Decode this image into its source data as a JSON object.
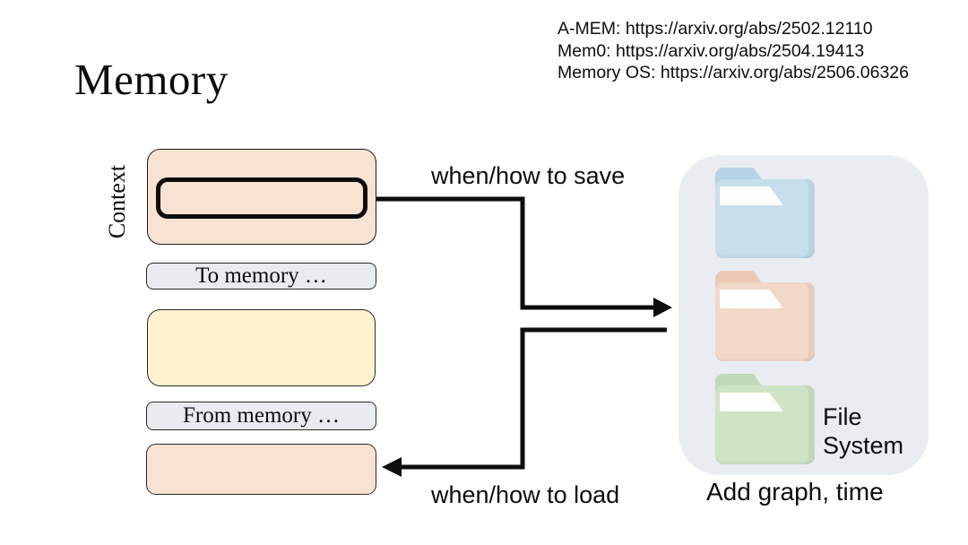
{
  "slide": {
    "title": "Memory",
    "references": {
      "line1": "A-MEM: https://arxiv.org/abs/2502.12110",
      "line2": "Mem0: https://arxiv.org/abs/2504.19413",
      "line3": "Memory OS: https://arxiv.org/abs/2506.06326"
    },
    "context_label": "Context",
    "stack": {
      "to_memory": "To memory …",
      "from_memory": "From memory …"
    },
    "arrows": {
      "save_label": "when/how to save",
      "load_label": "when/how to load"
    },
    "file_system": {
      "label": "File System",
      "caption": "Add graph, time",
      "folders": [
        {
          "name": "folder-icon-blue",
          "color": "#c7deeb"
        },
        {
          "name": "folder-icon-pink",
          "color": "#f2d8c8"
        },
        {
          "name": "folder-icon-green",
          "color": "#cfe4c5"
        }
      ]
    },
    "colors": {
      "context_box": "#f8e2d2",
      "label_box": "#e8ebf0",
      "prompt_box": "#fdf1ce",
      "panel": "#e9edf1",
      "arrow": "#0e0e0e"
    }
  }
}
